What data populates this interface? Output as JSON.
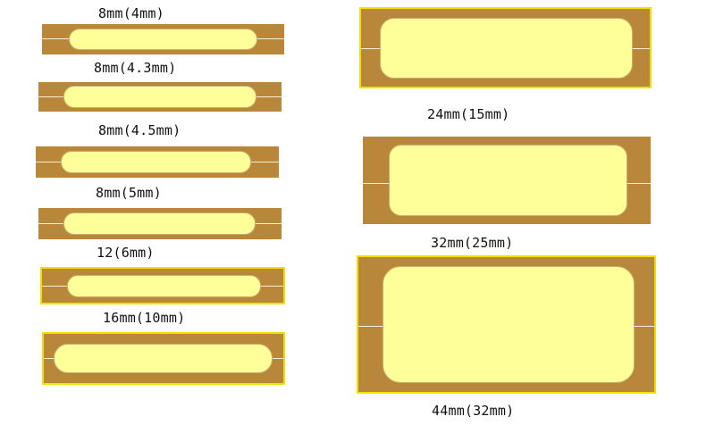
{
  "colors": {
    "frame": "#b8873a",
    "slot": "#ffff99",
    "border": "#f2e000",
    "lead": "#f5eed8"
  },
  "labels": {
    "l1": "8mm(4mm)",
    "l2": "8mm(4.3mm)",
    "l3": "8mm(4.5mm)",
    "l4": "8mm(5mm)",
    "l5": "12(6mm)",
    "l6": "16mm(10mm)",
    "r1": "24mm(15mm)",
    "r2": "32mm(25mm)",
    "r3": "44mm(32mm)"
  }
}
